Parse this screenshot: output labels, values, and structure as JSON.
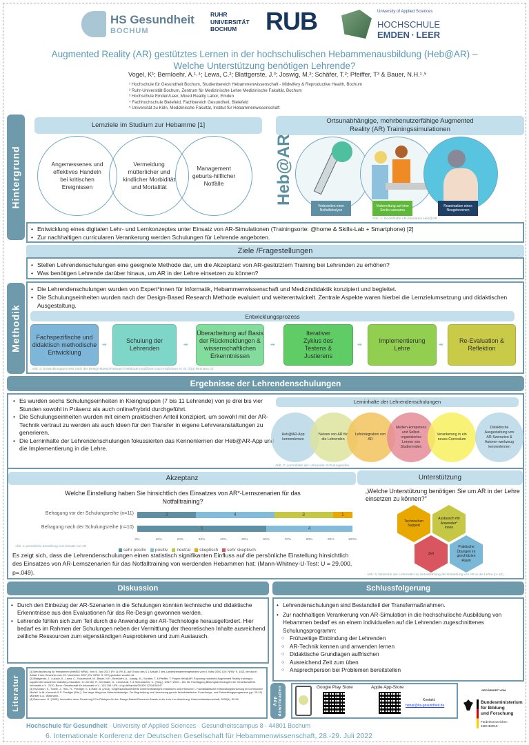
{
  "logos": {
    "hsg": {
      "name": "HS Gesundheit",
      "sub": "BOCHUM"
    },
    "rub_text": [
      "RUHR",
      "UNIVERSITÄT",
      "BOCHUM"
    ],
    "rub": "RUB",
    "hel": {
      "top": "University of Applied Sciences",
      "name": "HOCHSCHULE",
      "sub": "EMDEN · LEER"
    }
  },
  "title": {
    "line1": "Augmented Reality (AR) gestütztes Lernen in der hochschulischen Hebammenausbildung (Heb@AR) –",
    "line2": "Welche Unterstützung benötigen Lehrende?"
  },
  "authors": "Vogel, K¹; Bernloehr, A.¹˒⁴; Lewa, C.²; Blattgerste, J.³; Joswig, M.²; Schäfer, T.²; Pfeiffer, T³ & Bauer, N.H.¹˒⁵",
  "affiliations": [
    "¹ Hochschule für Gesundheit Bochum, Studienbereich Hebammenwissenschaft - Midwifery & Reproductive Health, Bochum",
    "² Ruhr-Universität Bochum, Zentrum für Medizinische Lehre Medizinische Fakultät, Bochum",
    "³ Hochschule Emden/Leer, Mixed Reality Labor, Emden",
    "⁴ Fachhochschule Bielefeld, Fachbereich Gesundheit, Bielefeld",
    "⁵ Universität zu Köln, Medizinische Fakultät, Institut für Hebammenwissenschaft"
  ],
  "hintergrund": {
    "tab": "Hintergrund",
    "lernziele_header": "Lernziele im Studium zur Hebamme [1]",
    "circles": [
      "Angemessenes und effektives Handeln bei kritischen Ereignissen",
      "Vermeidung mütterlicher und kindlicher Morbidität und Mortalität",
      "Management geburts-hilflicher Notfälle"
    ],
    "ar_header": "Ortsunabhängige, mehrbenutzerfähige Augmented Reality (AR) Trainingssimulationen",
    "logo": "Heb@AR",
    "scenarios": [
      "Vorbereiten einer Notfalltokolyse",
      "Vorbereitung auf eine Sectio caesarea",
      "Reanimation eines Neugeborenen"
    ],
    "scenario_colors": [
      "#5f8fa3",
      "#5fb83a",
      "#1f3f64"
    ],
    "caption": "Abb. 1: Modellhafte AR-Szenarien Heb@AR",
    "bullets": [
      "Entwicklung eines digitalen Lehr- und Lernkonzeptes unter Einsatz von AR-Simulationen (Trainingsorte: @home & Skills-Lab + Smartphone) [2]",
      "Zur nachhaltigen curricularen Verankerung werden Schulungen für Lehrende angeboten."
    ]
  },
  "ziele": {
    "header": "Ziele /Fragestellungen",
    "bullets": [
      "Stellen Lehrendenschulungen eine geeignete Methode dar, um die Akzeptanz von AR-gestütztem Training bei Lehrenden zu erhöhen?",
      "Was benötigen Lehrende darüber hinaus, um AR in der Lehre einsetzen zu können?"
    ]
  },
  "methodik": {
    "tab": "Methodik",
    "bullets": [
      "Die Lehrendenschulungen wurden von Expert*innen für Informatik, Hebammenwissenschaft und Medizindidaktik konzipiert und begleitet.",
      "Die Schulungseinheiten wurden nach der Design-Based Research Methode evaluiert und weiterentwickelt. Zentrale Aspekte waren hierbei die Lernzielumsetzung und didaktischen Ausgestaltung."
    ],
    "process_header": "Entwicklungsprozess",
    "steps": [
      "Fachspezifische und didaktisch methodische Entwicklung",
      "Schulung der Lehrenden",
      "Überarbeitung auf Basis der Rückmeldungen & wissenschaftlichen Erkenntnissen",
      "Iterativer Zyklus des Testens & Justierens",
      "Implementierung Lehre",
      "Re-Evaluation & Reflektion"
    ],
    "step_colors": [
      "#7db6d8",
      "#7dd6c8",
      "#82dc9c",
      "#5fcc66",
      "#92cf50",
      "#c9cb48"
    ],
    "caption": "Abb. 2: Entwicklungsprozess nach der Design-Based Research Methode modifiziert nach Hußmann et. al. [3] & Reimann [4]"
  },
  "ergebnisse": {
    "header": "Ergebnisse der Lehrendenschulungen",
    "bullets": [
      "Es wurden sechs Schulungseinheiten in Kleingruppen (7 bis 11 Lehrende) von je drei bis vier Stunden sowohl in Präsenz als auch online/hybrid durchgeführt.",
      "Die Schulungseinheiten wurden mit einem praktischen Anteil konzipiert, um sowohl mit der AR-Technik vertraut zu werden als auch Ideen für den Transfer in eigene Lehrveranstaltungen zu generieren.",
      "Die Lerninhalte der Lehrendenschulungen fokussierten das Kennenlernen der Heb@AR-App und die Implementierung in die Lehre."
    ],
    "lerninhalte_header": "Lerninhalte der Lehrendenschulungen",
    "lerninhalte": [
      "Heb@AR-App kennenlernen",
      "Nutzen von AR für die Lehrenden",
      "Lehrintegration von AR",
      "Medien-kompetenz und Selbst-organisiertes Lernen von Studierenden",
      "Verankerung in ein neues Curriculum",
      "Didaktische Ausgestaltung von AR-Szenarien & Autoren-werkzeug kennenlernen"
    ],
    "lerninhalte_colors": [
      "#b9d8e6",
      "#dde39c",
      "#f2c35e",
      "#e48c98",
      "#f7f15e",
      "#b9d8e6"
    ],
    "caption": "Abb. 3: Lerninhalte der Lehrenden Schulungsreihe"
  },
  "akzeptanz": {
    "header": "Akzeptanz",
    "caption": "Abb. 4: persönliche Einstellung zum Einsatz von AR",
    "conclusion": "Es zeigt sich, dass die Lehrendenschulungen einen statistisch signifikanten Einfluss auf die persönliche Einstellung hinsichtlich des Einsatzes von AR-Lernszenarien für das Notfalltraining von werdenden Hebammen hat: (Mann-Whitney-U-Test: U = 29,000, p=.049)."
  },
  "chart_data": {
    "type": "bar",
    "stacked": true,
    "orientation": "horizontal",
    "title": "Welche Einstellung haben Sie hinsichtlich des Einsatzes von AR*-Lernszenarien für das Notfalltraining?",
    "categories": [
      "Befragung vor der Schulungsreihe (n=11)",
      "Befragung nach der Schulungsreihe (n=10)"
    ],
    "totals": [
      11,
      10
    ],
    "series": [
      {
        "name": "sehr positiv",
        "color": "#5f8fa3",
        "values": [
          3,
          6
        ]
      },
      {
        "name": "positiv",
        "color": "#82bcd8",
        "values": [
          4,
          4
        ]
      },
      {
        "name": "neutral",
        "color": "#c6c845",
        "values": [
          3,
          0
        ]
      },
      {
        "name": "skeptisch",
        "color": "#e8a800",
        "values": [
          1,
          0
        ]
      },
      {
        "name": "sehr skeptisch",
        "color": "#d95560",
        "values": [
          0,
          0
        ]
      }
    ],
    "xticks": [
      "0%",
      "10%",
      "20%",
      "30%",
      "40%",
      "50%",
      "60%",
      "70%",
      "80%",
      "90%",
      "100%"
    ],
    "xlim": [
      0,
      100
    ],
    "legend": "bottom"
  },
  "unterstuetzung": {
    "header": "Unterstützung",
    "question": "„Welche Unterstützung benötigen Sie um AR in der Lehre einsetzen zu können?\"",
    "items": [
      "Technischen Support",
      "Austausch mit Anwender* innen",
      "Zeit",
      "Praktische Übungen im geschützten Raum"
    ],
    "colors": [
      "#e8a800",
      "#c6c845",
      "#d95560",
      "#7bb8d8"
    ],
    "caption": "Abb. 5: Wünsche der Lehrenden zu Unterstützung der Einbettung von AR in die Lehre (n=10)"
  },
  "diskussion": {
    "header": "Diskussion",
    "bullets": [
      "Durch den Einbezug der AR-Szenarien in die Schulungen konnten technische und didaktische Erkenntnisse aus den Evaluationen für das Re-Design gewonnen werden.",
      "Lehrende fühlen sich zum Teil durch die Anwendung der AR-Technologie herausgefordert. Hier bedarf es im Rahmen der Schulungen neben der Vermittlung der theoretischen Inhalte ausreichend zeitliche Ressourcen zum eigenständigen Ausprobieren und zum Austausch."
    ]
  },
  "schluss": {
    "header": "Schlussfolgerung",
    "bullets": [
      "Lehrendenschulungen sind Bestandteil der Transfermaßnahmen.",
      "Zur nachhaltigen Verankerung von AR-Simulation in die hochschulische Ausbildung von Hebammen bedarf es an einem individuellen auf die Lehrenden zugeschnittenes Schulungsprogramm:"
    ],
    "sub": [
      "Frühzeitige Einbindung der Lehrenden",
      "AR-Technik kennen und anwenden lernen",
      "Didaktische Grundlagen auffrischen",
      "Ausreichend Zeit zum üben",
      "Ansprechperson bei Problemen bereitstellen"
    ]
  },
  "literatur": {
    "tab": "Literatur",
    "refs": [
      "[1] Berufsordnung für Hebammen (HebBO NRW). Vom 6. Juni 2017 (Fn 1) (Fn 3). Auf Grund des § 1 Absatz 2 des Landeshebammengesetzes vom 5. März 2002 (GV. NRW. S. 102), der durch Artikel 9 des Gesetzes vom 20. November 2007 (GV. NRW. S. 572) geändert worden ist.",
      "[2] Blattgerste, J., Luksch, K., Lewa, C., Kunzendorf, M., Bauer, N.H., Bernloehr, A., Joswig, M., Schäfer, T. & Pfeiffer, T. Project Heb@AR: Exploring handheld Augmented Reality training to supplement academic midwifery education. In: Zender, R., Ifenthaler, D., Leonhardt, T. & Schumacher, C. (Hrsg.), DELFI 2020 – Die 18. Fachtagung Bildungstechnologien der Gesellschaft für Informatik e.V.. 2020, Bonn: Gesellschaft für Informatik e.V.. 103-108. URL: dl.gi.de/handle/20.500.12116/34147.",
      "[3] Hußmann, S., Thiele, J., Hinz, R., Prediger, S. & Ralle, B. (2013). Gegenstandsorientierte Unterrichtsdesigns entwickeln und erforschen - Fachdidaktische Entwicklungsforschung im Dortmunder Modell. In M. Komorek & S. Prediger (Eds.), Der lange Weg zum Unterrichtsdesign: Zur Begründung und Umsetzung genuin fachdidaktischer Forschungs- und Entwicklungsprogramme (pp. 25-42). Münster u.a.: Waxmann.",
      "[4] Reinmann, G. (2005). Innovation ohne Forschung? Ein Plädoyer für den Design-Based Research-Ansatz in der Lehr-Lernforschung. Unterrichtswissenschaft, 2005(1), 52-69."
    ]
  },
  "app": {
    "tab": "App downloaden",
    "google": "Google Play Store",
    "apple": "Apple App-Store",
    "contact_label": "Kontakt:",
    "contact_email": "hebar@hs-gesundheit.de"
  },
  "funding": {
    "label": "GEFÖRDERT VOM",
    "ministry": [
      "Bundesministerium",
      "für Bildung",
      "und Forschung"
    ],
    "id_label": "Förderkennzeichen",
    "id": "16DHB3019"
  },
  "footer": {
    "line1_bold": "Hochschule für Gesundheit",
    "line1_rest": " · University of Applied Sciences · Gesundheitscampus 8 · 44801 Bochum",
    "line2": "6. Internationale Konferenz der Deutschen Gesellschaft für Hebammenwissenschaft, 28.-29. Juli 2022"
  }
}
